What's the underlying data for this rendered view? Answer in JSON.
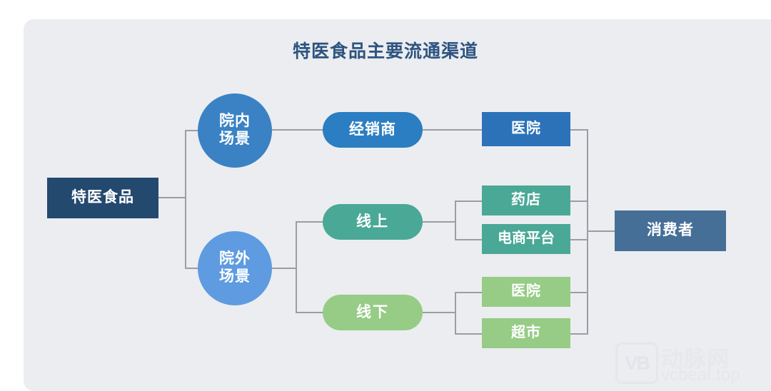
{
  "title": "特医食品主要流通渠道",
  "nodes": {
    "source": "特医食品",
    "inside_scene": "院内\n场景",
    "inside_scene_l1": "院内",
    "inside_scene_l2": "场景",
    "outside_scene_l1": "院外",
    "outside_scene_l2": "场景",
    "dealer": "经销商",
    "online": "线上",
    "offline": "线下",
    "hospital_inside": "医院",
    "pharmacy": "药店",
    "ecommerce": "电商平台",
    "hospital_offline": "医院",
    "supermarket": "超市",
    "consumer": "消费者"
  },
  "colors": {
    "page_background": "#ffffff",
    "panel_background": "#ecedf0",
    "title_text": "#2d5480",
    "source_box": "#24496f",
    "inside_circle": "#3a82c4",
    "outside_circle": "#5e9be0",
    "dealer_pill": "#2b7ec1",
    "online_pill": "#4aa896",
    "offline_pill": "#96cc86",
    "hospital_box": "#2b72b8",
    "teal_box": "#4aa896",
    "green_box": "#96cc86",
    "consumer_box": "#456f96",
    "connector_line": "#9a9ea3",
    "node_text": "#ffffff"
  },
  "watermark": {
    "logo_text": "VB",
    "brand_cn": "动脉网",
    "brand_en": "vcbeat.top"
  }
}
